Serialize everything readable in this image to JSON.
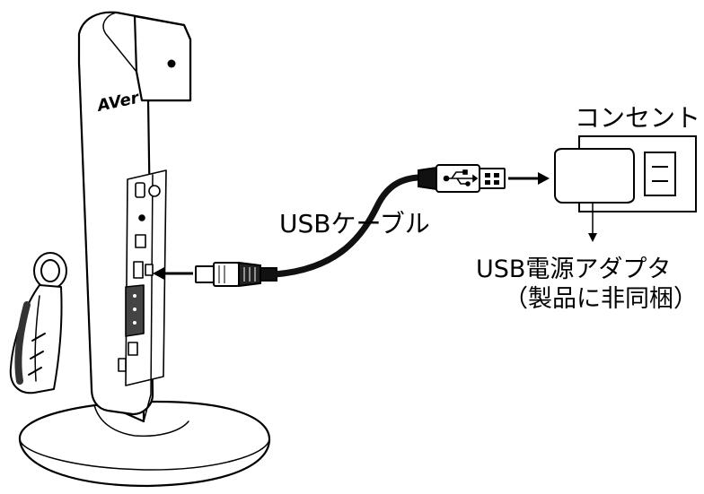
{
  "labels": {
    "outlet": "コンセント",
    "cable": "USBケーブル",
    "adapter_line1": "USB電源アダプタ",
    "adapter_line2": "（製品に非同梱）"
  },
  "device": {
    "brand": "AVer"
  },
  "icons": {
    "usb_symbol": "usb-icon"
  },
  "colors": {
    "ink": "#000000",
    "paper": "#ffffff",
    "cable": "#111111"
  }
}
